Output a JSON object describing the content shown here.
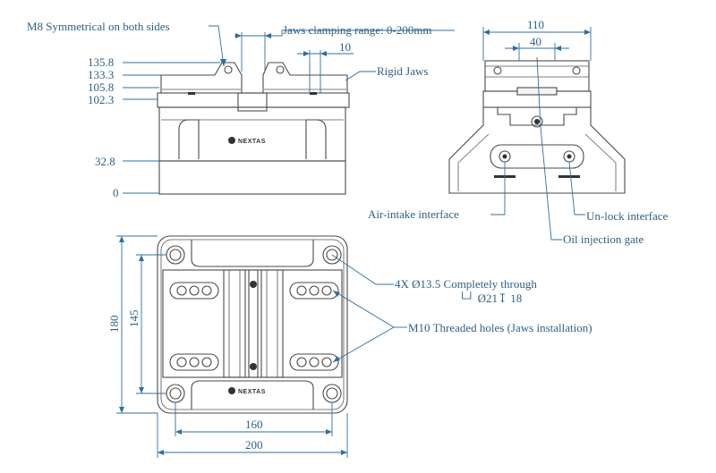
{
  "brand": "NEXTAS",
  "colors": {
    "line": "#4a4a4a",
    "dimension": "#2f6fa0",
    "text": "#2f5f86"
  },
  "front_view": {
    "height_labels": [
      "135.8",
      "133.3",
      "105.8",
      "102.3",
      "32.8",
      "0"
    ],
    "jaw_gap_label": "10"
  },
  "side_view": {
    "width_labels": [
      "110",
      "40"
    ]
  },
  "top_view": {
    "height_labels": [
      "180",
      "145"
    ],
    "width_labels": [
      "160",
      "200"
    ]
  },
  "annotations": {
    "m8": "M8 Symmetrical on both sides",
    "jaws_range": "Jaws clamping range: 0-200mm",
    "rigid_jaws": "Rigid Jaws",
    "air_intake": "Air-intake interface",
    "unlock": "Un-lock interface",
    "oil_gate": "Oil injection gate",
    "through_holes": "4X Ø13.5 Completely through",
    "counterbore": "└┘ Ø21↧ 18",
    "m10": "M10 Threaded holes (Jaws installation)"
  }
}
